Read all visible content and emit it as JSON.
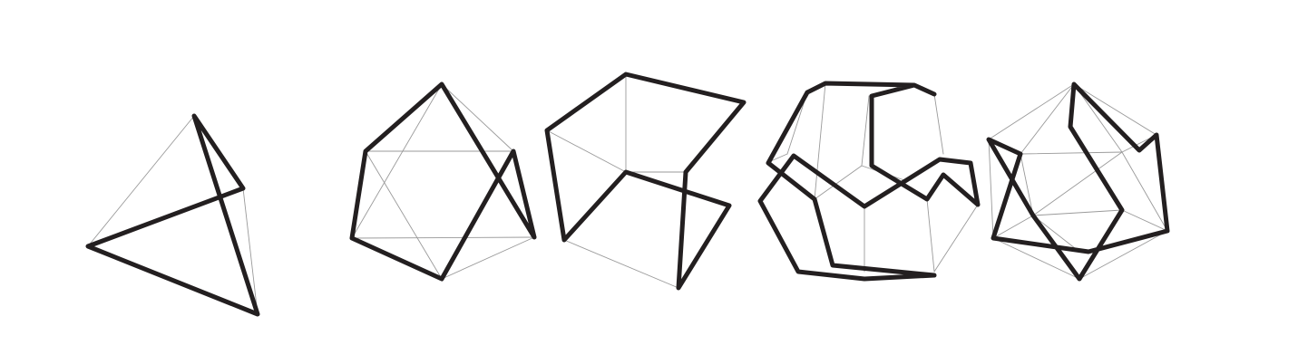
{
  "figure": {
    "background": "#ffffff",
    "solids": [
      {
        "name": "tetrahedron",
        "faces": 4,
        "path_type": "hamiltonian-cycle"
      },
      {
        "name": "octahedron",
        "faces": 8,
        "path_type": "hamiltonian-cycle"
      },
      {
        "name": "cube",
        "faces": 6,
        "path_type": "hamiltonian-cycle"
      },
      {
        "name": "dodecahedron",
        "faces": 12,
        "path_type": "hamiltonian-cycle"
      },
      {
        "name": "icosahedron",
        "faces": 20,
        "path_type": "hamiltonian-cycle"
      }
    ]
  },
  "style": {
    "edge_color": "#9a9a9a",
    "path_color": "#231f20"
  }
}
